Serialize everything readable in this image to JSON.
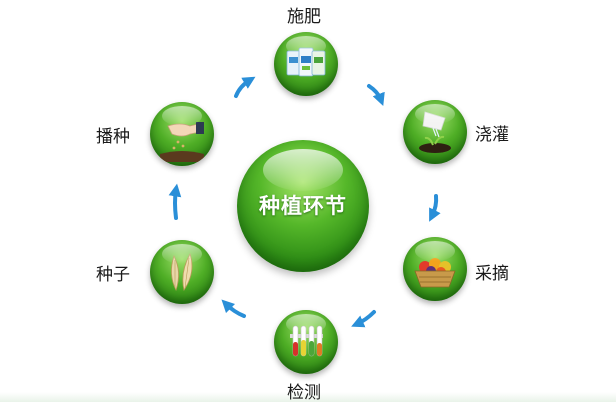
{
  "center_label": "种植环节",
  "stages": [
    {
      "label": "施肥",
      "icon": "fertilizer-bags-icon"
    },
    {
      "label": "浇灌",
      "icon": "watering-icon"
    },
    {
      "label": "采摘",
      "icon": "fruit-basket-icon"
    },
    {
      "label": "检测",
      "icon": "test-tubes-icon"
    },
    {
      "label": "种子",
      "icon": "seeds-icon"
    },
    {
      "label": "播种",
      "icon": "sowing-hand-icon"
    }
  ],
  "colors": {
    "node_green": "#4fae26",
    "arrow_blue": "#2a8fd8",
    "label_text": "#1a1a1a"
  }
}
